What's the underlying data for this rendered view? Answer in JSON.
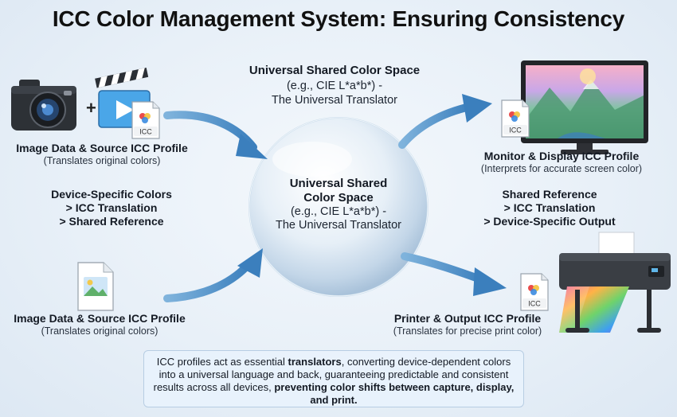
{
  "title": "ICC Color Management System: Ensuring Consistency",
  "center": {
    "top_heading": "Universal Shared Color Space",
    "top_sub1": "(e.g., CIE L*a*b*) -",
    "top_sub2": "The Universal Translator",
    "sphere_heading1": "Universal Shared",
    "sphere_heading2": "Color Space",
    "sphere_sub1": "(e.g., CIE L*a*b*) -",
    "sphere_sub2": "The Universal Translator"
  },
  "source_top": {
    "heading": "Image Data & Source ICC Profile",
    "sub": "(Translates original colors)",
    "plus": "+",
    "badge": "ICC"
  },
  "source_bottom": {
    "heading": "Image Data & Source ICC Profile",
    "sub": "(Translates original colors)"
  },
  "left_steps": {
    "l1": "Device-Specific Colors",
    "l2": "> ICC Translation",
    "l3": "> Shared Reference"
  },
  "right_steps": {
    "l1": "Shared Reference",
    "l2": "> ICC Translation",
    "l3": "> Device-Specific Output"
  },
  "monitor": {
    "heading": "Monitor & Display ICC Profile",
    "sub": "(Interprets for accurate screen color)",
    "badge": "ICC"
  },
  "printer": {
    "heading": "Printer & Output ICC Profile",
    "sub": "(Translates for precise print color)",
    "badge": "ICC"
  },
  "summary": {
    "p1": "ICC profiles act as essential ",
    "b1": "translators",
    "p2": ", converting device-dependent colors into a universal language and back, guaranteeing predictable and consistent results across all devices, ",
    "b2": "preventing color shifts between capture, display, and print."
  },
  "colors": {
    "arrow": "#4a8fc8",
    "sphere_edge": "#c9dcec",
    "summary_border": "#b7cde3"
  }
}
